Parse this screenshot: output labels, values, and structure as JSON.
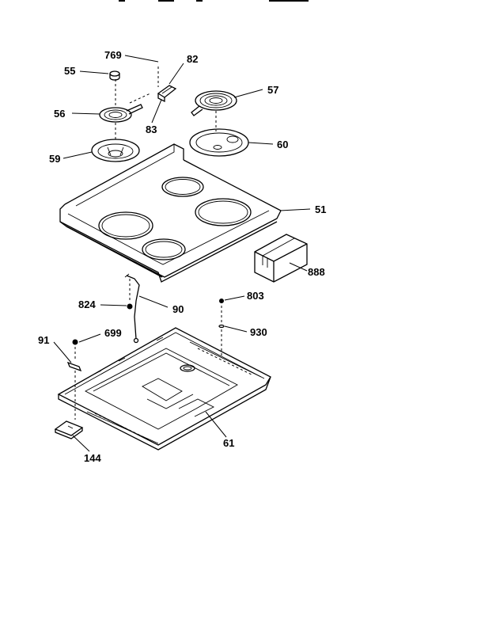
{
  "callouts": {
    "c769": "769",
    "c82": "82",
    "c55": "55",
    "c57": "57",
    "c56": "56",
    "c83": "83",
    "c60": "60",
    "c59": "59",
    "c51": "51",
    "c888": "888",
    "c824": "824",
    "c90": "90",
    "c803": "803",
    "c91": "91",
    "c699": "699",
    "c930": "930",
    "c61": "61",
    "c144": "144"
  }
}
